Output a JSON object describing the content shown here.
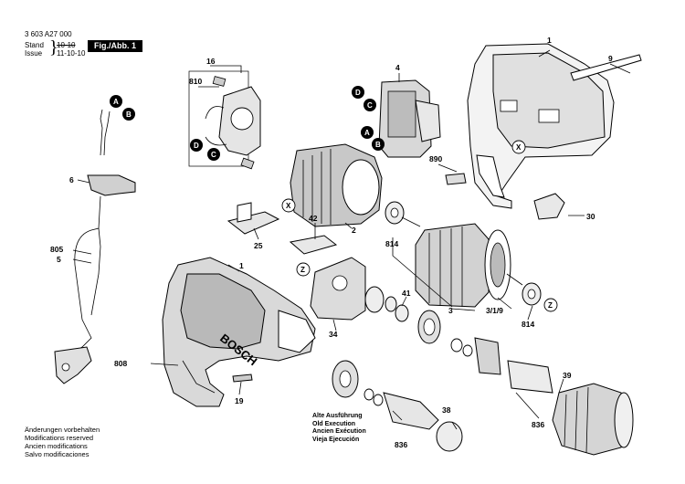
{
  "header": {
    "doc_number": "3 603 A27 000",
    "stand_label": "Stand",
    "issue_label": "Issue",
    "stand_date": "10-10",
    "issue_date": "11-10-10",
    "fig_label": "Fig./Abb. 1"
  },
  "notes": {
    "lines": [
      "Änderungen vorbehalten",
      "Modifications reserved",
      "Ancien modifications",
      "Salvo modificaciones"
    ]
  },
  "old_execution": {
    "lines": [
      "Alte Ausführung",
      "Old Execution",
      "Ancien Exécution",
      "Vieja Ejecución"
    ]
  },
  "brand": "BOSCH",
  "part_labels": {
    "p1_top": "1",
    "p9": "9",
    "p4": "4",
    "p16": "16",
    "p810": "810",
    "p6": "6",
    "p890": "890",
    "p30": "30",
    "p805": "805",
    "p5": "5",
    "p42": "42",
    "p2": "2",
    "p25": "25",
    "p814_a": "814",
    "p1_mid": "1",
    "p3": "3",
    "p41": "41",
    "p3_1_9": "3/1/9",
    "p814_b": "814",
    "p34": "34",
    "p808": "808",
    "p19": "19",
    "p39": "39",
    "p836_a": "836",
    "p38": "38",
    "p836_b": "836"
  },
  "callouts": {
    "a": "A",
    "b": "B",
    "c": "C",
    "d": "D",
    "x": "X",
    "z": "Z"
  }
}
